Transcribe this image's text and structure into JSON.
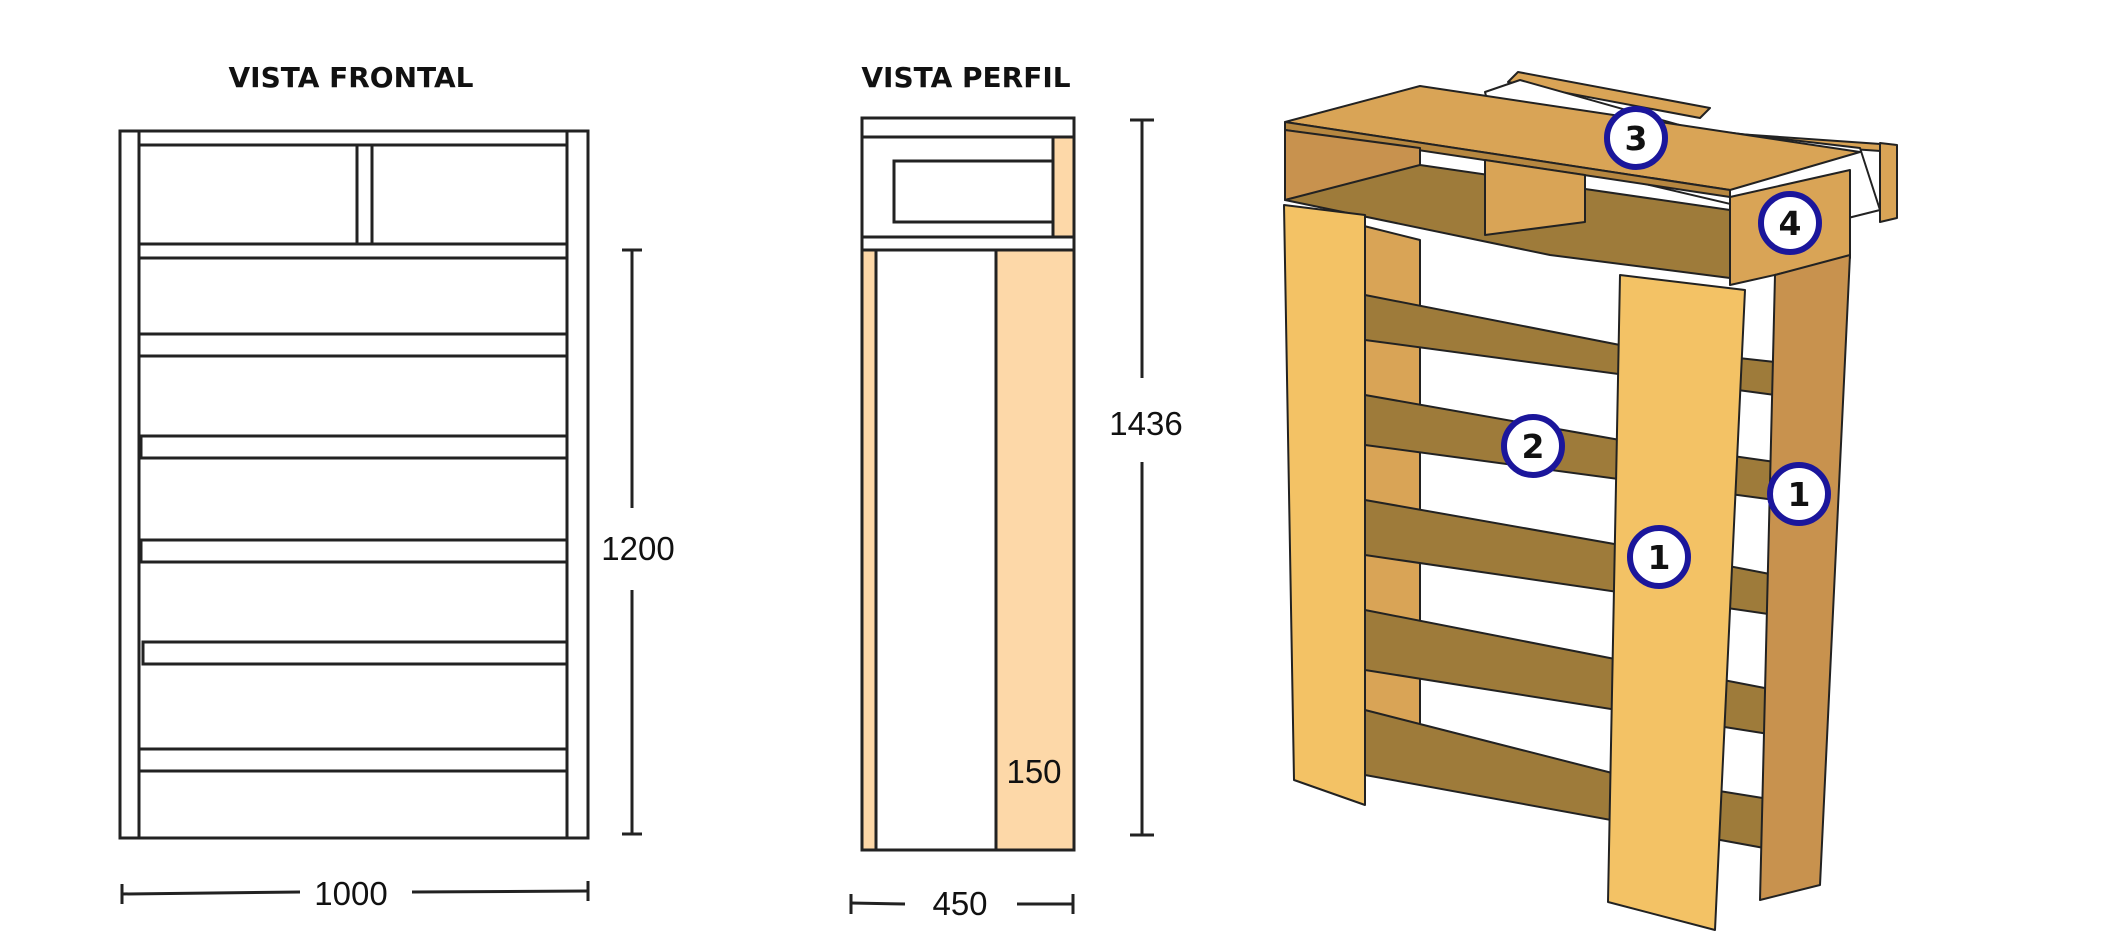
{
  "views": {
    "front": {
      "title": "VISTA FRONTAL",
      "width_label": "1000",
      "height_label": "1200"
    },
    "profile": {
      "title": "VISTA PERFIL",
      "depth_label": "450",
      "height_label": "1436",
      "panel_label": "150"
    }
  },
  "callouts": [
    "3",
    "4",
    "2",
    "1",
    "1"
  ],
  "colors": {
    "outline": "#222222",
    "side_panel": "#F3C265",
    "shelf": "#9E7B3A",
    "shelf_edge": "#F6D58A",
    "top_panel": "#D9A456",
    "dark_panel": "#C8924E",
    "profile_fill": "#FDD8A8",
    "badge_ring": "#1B169B"
  }
}
